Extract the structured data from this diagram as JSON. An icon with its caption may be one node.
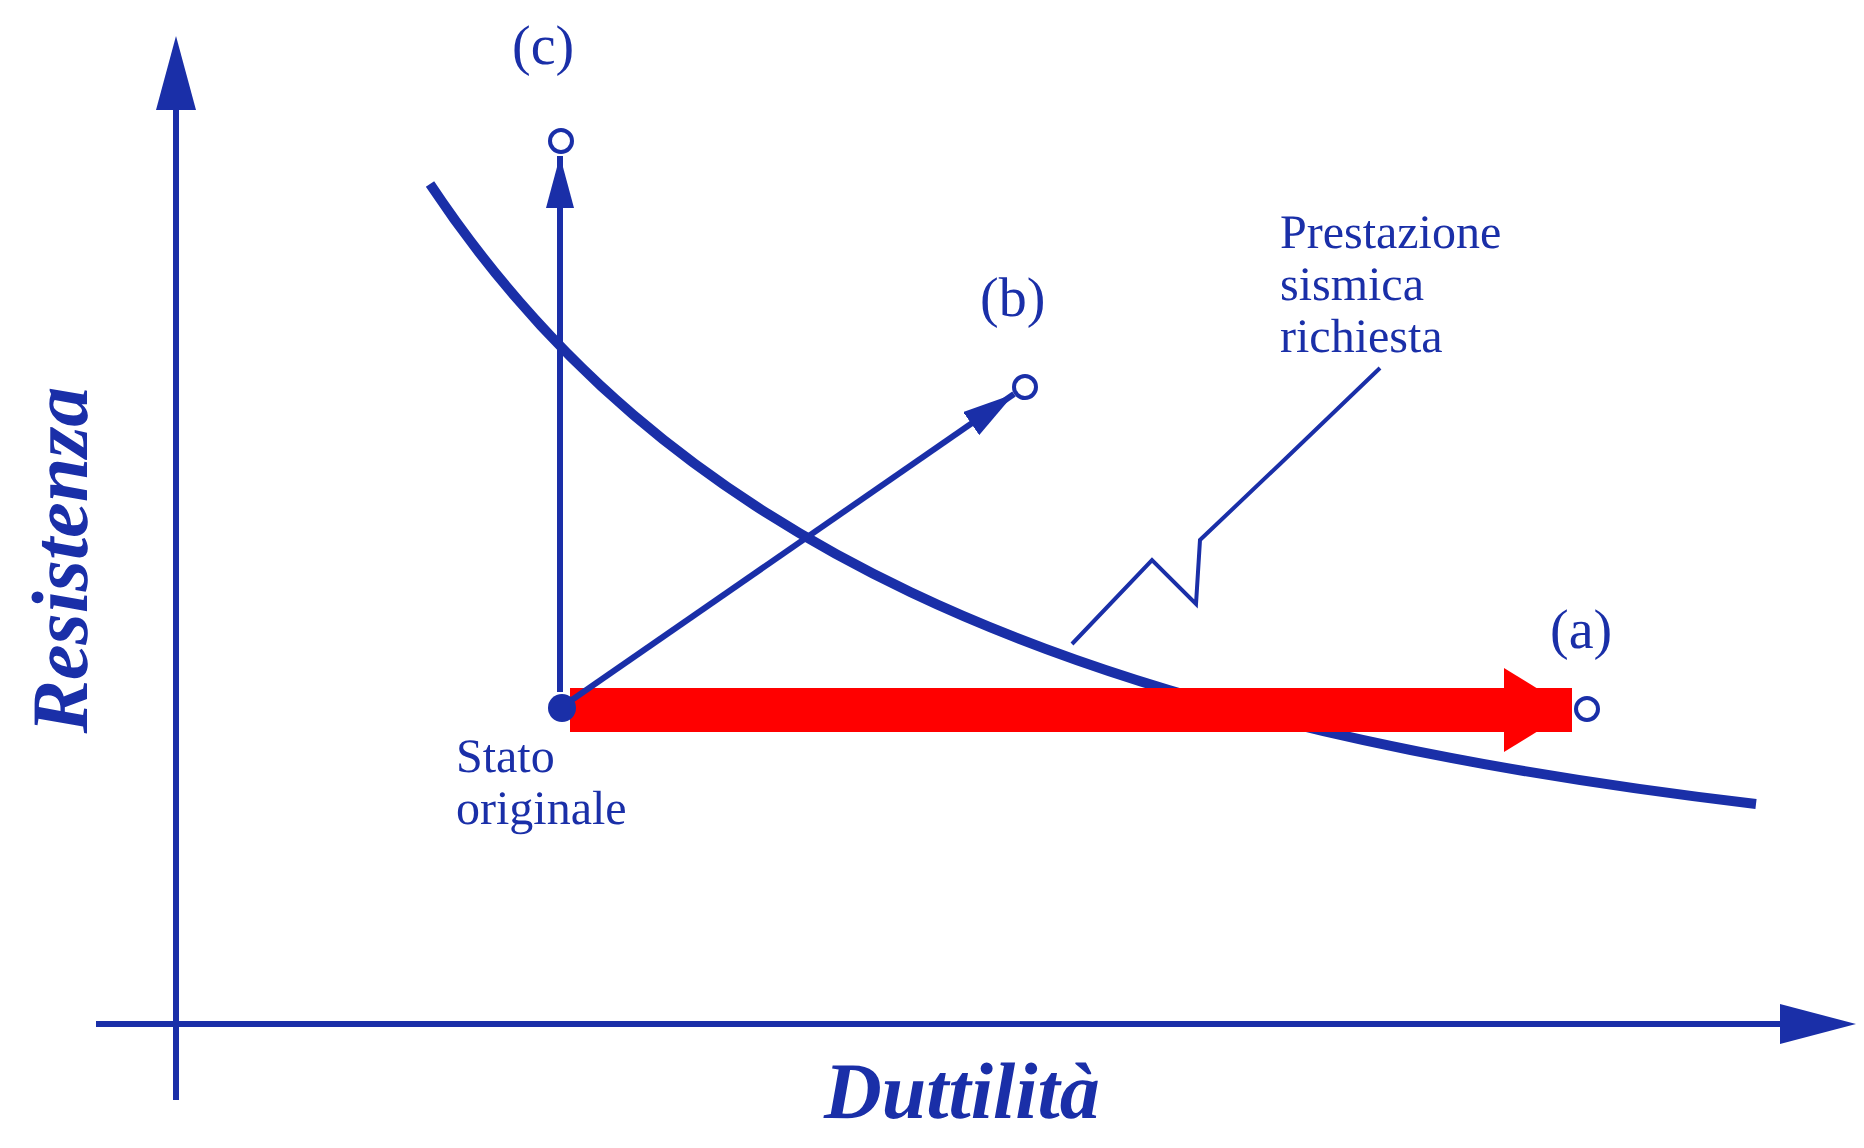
{
  "diagram": {
    "nodes": [
      {
        "text": [
          "Stato originale"
        ]
      },
      {
        "text": [],
        "shape": "circle",
        "beside": [
          "(a)"
        ]
      },
      {
        "text": [],
        "shape": "circle",
        "beside": [
          "(b)"
        ]
      },
      {
        "text": [],
        "shape": "circle",
        "beside": [
          "(c)"
        ]
      },
      {
        "text": [
          "Prestazione sismica richiesta"
        ]
      }
    ],
    "edges": [
      {
        "from": 0,
        "to": 1,
        "arrow": "to",
        "style": "thick",
        "color": "#ff0000"
      },
      {
        "from": 0,
        "to": 2,
        "arrow": "to"
      },
      {
        "from": 0,
        "to": 3,
        "arrow": "to"
      },
      {
        "from": 4,
        "to": null,
        "arrow": "none"
      }
    ],
    "labels": [
      "Resistenza",
      "Duttilità"
    ]
  }
}
